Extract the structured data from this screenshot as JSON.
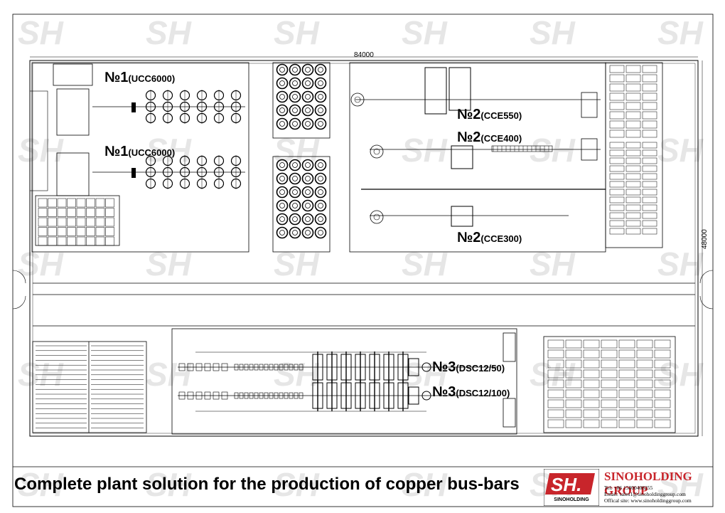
{
  "dimensions": {
    "width_label": "84000",
    "height_label": "48000"
  },
  "watermark": "SH",
  "zones": [
    {
      "id": "no1-a",
      "label_main": "№1",
      "label_sub": "(UCC6000)"
    },
    {
      "id": "no1-b",
      "label_main": "№1",
      "label_sub": "(UCC6000)"
    },
    {
      "id": "no2-a",
      "label_main": "№2",
      "label_sub": "(CCE550)"
    },
    {
      "id": "no2-b",
      "label_main": "№2",
      "label_sub": "(CCE400)"
    },
    {
      "id": "no2-c",
      "label_main": "№2",
      "label_sub": "(CCE300)"
    },
    {
      "id": "no3-a",
      "label_main": "№3",
      "label_sub": "(DSC12/50)"
    },
    {
      "id": "no3-b",
      "label_main": "№3",
      "label_sub": "(DSC12/100)"
    }
  ],
  "footer": {
    "title": "Complete plant solution for the production of copper bus-bars",
    "brand": "SINOHOLDING GROUP",
    "logo_text": "SINOHOLDING",
    "tel": "Tel: +86 15800408255",
    "email": "Email: sales1@sinoholdinggroup.com",
    "site": "Offical site: www.sinoholdinggroup.com"
  },
  "colors": {
    "brand_red": "#c8252b",
    "watermark": "#e6e6e6",
    "line": "#000000"
  }
}
